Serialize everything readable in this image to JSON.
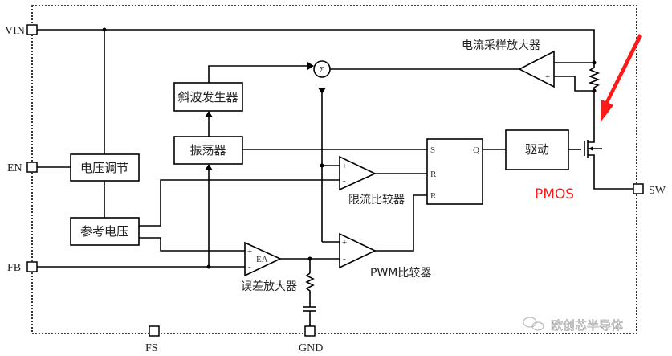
{
  "pins": {
    "vin": "VIN",
    "en": "EN",
    "fb": "FB",
    "fs": "FS",
    "gnd": "GND",
    "sw": "SW"
  },
  "blocks": {
    "voltage_regulator": "电压调节",
    "reference_voltage": "参考电压",
    "ramp_generator": "斜波发生器",
    "oscillator": "振荡器",
    "driver": "驱动"
  },
  "labels": {
    "current_sense_amp": "电流采样放大器",
    "current_limit_comparator": "限流比较器",
    "pwm_comparator": "PWM比较器",
    "error_amp": "误差放大器",
    "ea": "EA",
    "sum": "Σ",
    "pmos": "PMOS",
    "plus": "+",
    "minus": "-"
  },
  "sr_latch": {
    "s": "S",
    "r1": "R",
    "r2": "R",
    "q": "Q"
  },
  "watermark": "欧创芯半导体",
  "colors": {
    "annotation": "#ff1a1a",
    "line": "#000000"
  }
}
